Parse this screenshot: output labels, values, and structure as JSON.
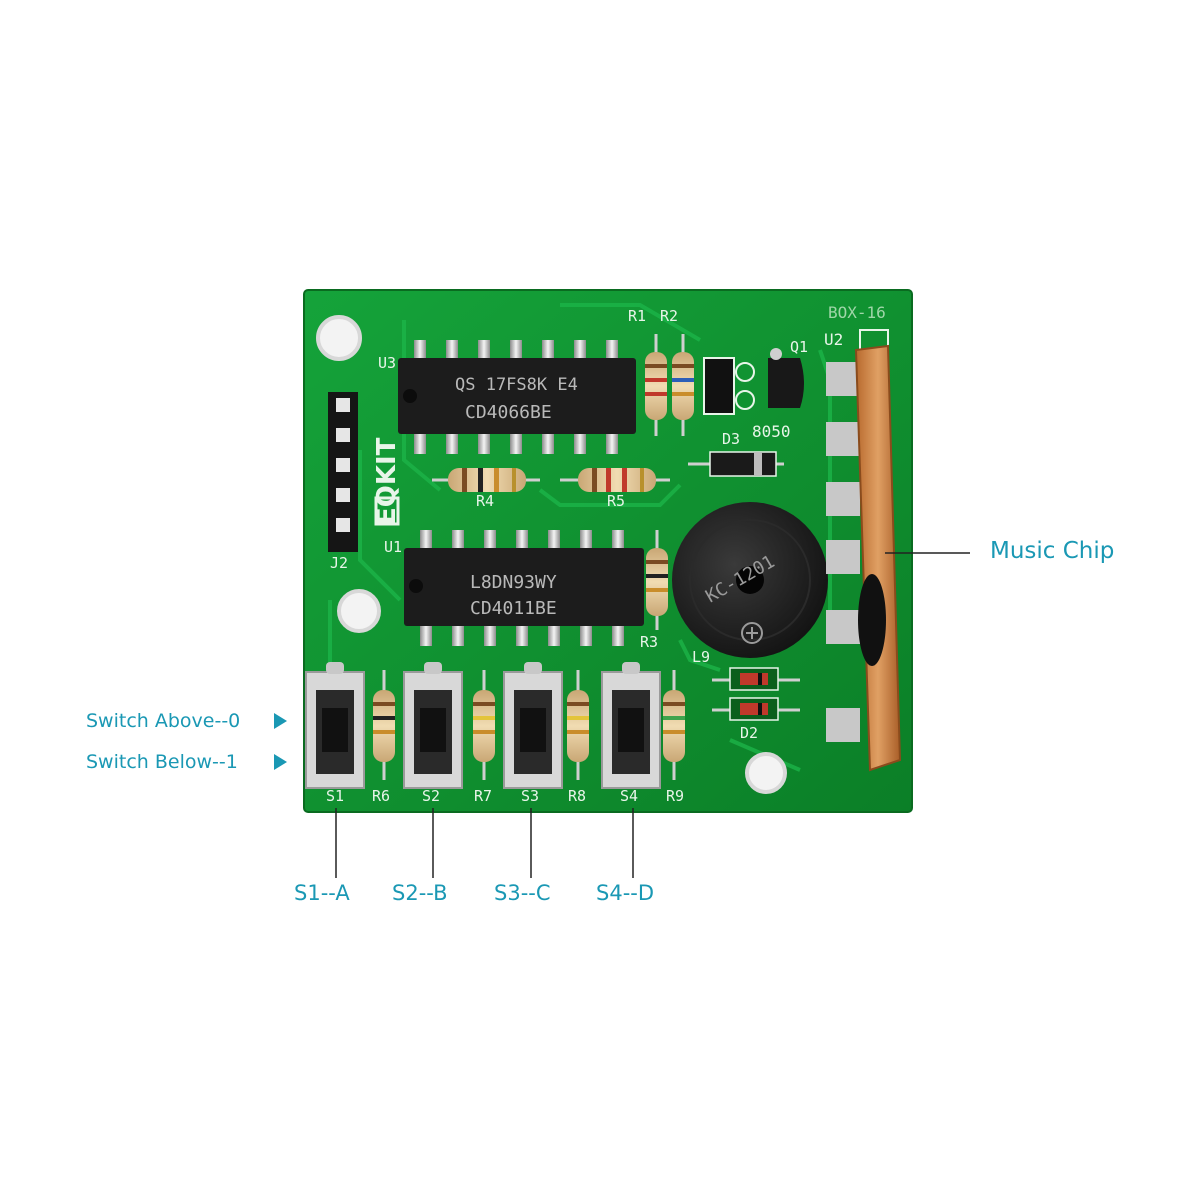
{
  "board": {
    "brand_logo": "EQKIT",
    "model_label": "BOX-16",
    "chips": [
      {
        "ref": "U3",
        "line1": "QS 17FS8K E4",
        "line2": "CD4066BE"
      },
      {
        "ref": "U1",
        "line1": "L8DN93WY",
        "line2": "CD4011BE"
      }
    ],
    "music_chip_ref": "U2",
    "buzzer_marking": "KC-1201",
    "transistor": {
      "ref": "Q1",
      "part": "8050"
    },
    "diodes": [
      "D3",
      "D2"
    ],
    "inductor_ref": "L9",
    "header_ref": "J2",
    "resistors": [
      "R1",
      "R2",
      "R4",
      "R5",
      "R3",
      "R6",
      "R7",
      "R8",
      "R9"
    ],
    "switch_refs": [
      "S1",
      "S2",
      "S3",
      "S4"
    ],
    "colors": {
      "pcb": "#0f8f2f",
      "silkscreen": "#e8f5e9",
      "chip": "#1c1c1c",
      "callout": "#1a98b4"
    }
  },
  "annotations": {
    "music_chip": "Music Chip",
    "switch_above": "Switch Above--0",
    "switch_below": "Switch Below--1",
    "switch_labels": [
      "S1--A",
      "S2--B",
      "S3--C",
      "S4--D"
    ]
  }
}
